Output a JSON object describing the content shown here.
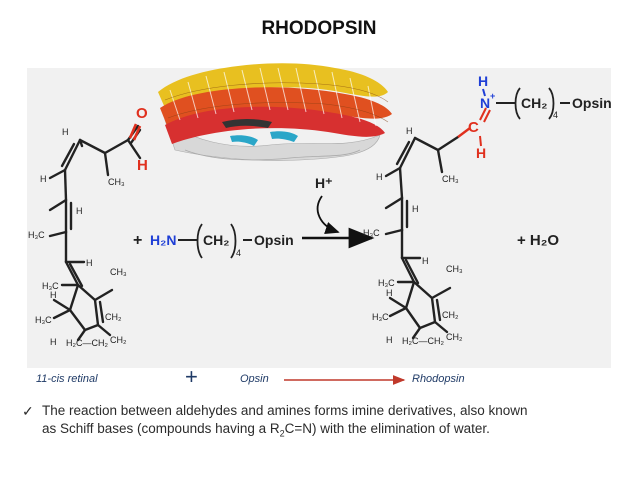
{
  "title": "RHODOPSIN",
  "reaction": {
    "amine": {
      "h2n": "H₂N",
      "ch2": "CH₂",
      "sub4": "4",
      "opsin": "Opsin"
    },
    "catalyst": "H⁺",
    "byproduct": "+ H₂O",
    "plus": "+",
    "product_chain": {
      "h": "H",
      "n": "N",
      "ch2": "CH₂",
      "sub4": "4",
      "opsin": "Opsin"
    },
    "aldehyde": {
      "o": "O",
      "h": "H"
    },
    "imine": {
      "c": "C",
      "h": "H"
    }
  },
  "captions": {
    "retinal": "11-cis retinal",
    "plus": "+",
    "opsin": "Opsin",
    "rhodopsin": "Rhodopsin"
  },
  "note": {
    "check": "✓",
    "line1": "The reaction between aldehydes and amines forms imine derivatives, also known",
    "line2a": "as Schiff bases (compounds having a R",
    "sub": "2",
    "line2b": "C=N) with the elimination of water."
  },
  "colors": {
    "reactive_group": "#e0301e",
    "amine_blue": "#1f3fd6",
    "arrow_red": "#c0392b",
    "caption_blue": "#1f3a66"
  }
}
